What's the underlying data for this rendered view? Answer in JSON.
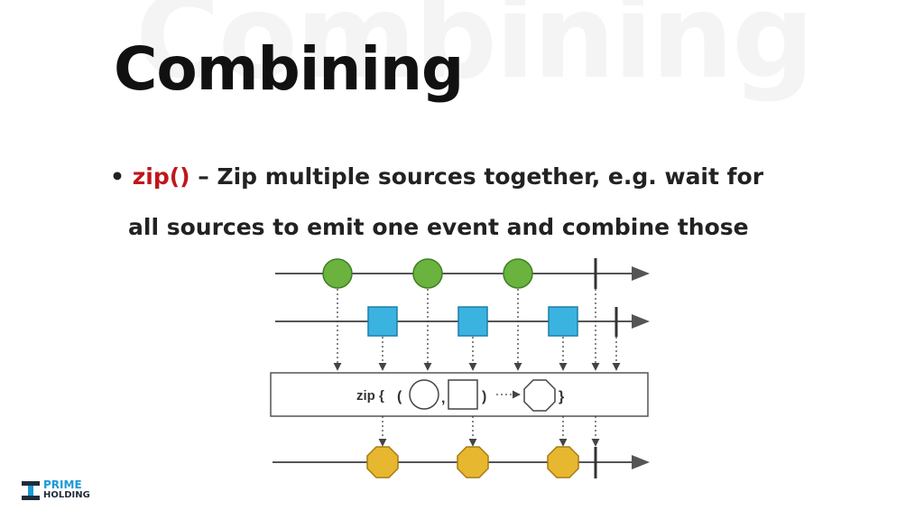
{
  "slide": {
    "watermark": "Combining",
    "title": "Combining",
    "bullet_marker": "•",
    "function_name": "zip()",
    "bullet_line1": " – Zip multiple sources together, e.g. wait for",
    "bullet_line2": "all sources to emit one event and combine those"
  },
  "diagram": {
    "zip_label": "zip {",
    "open_paren": "(",
    "comma": ",",
    "close_paren": ")",
    "close_brace": "}",
    "colors": {
      "circle": "#6bb33f",
      "square": "#3bb3e0",
      "octagon": "#e8b730",
      "line": "#555555"
    }
  },
  "logo": {
    "line1": "PRIME",
    "line2": "HOLDING",
    "accent": "#1a9ad6"
  }
}
